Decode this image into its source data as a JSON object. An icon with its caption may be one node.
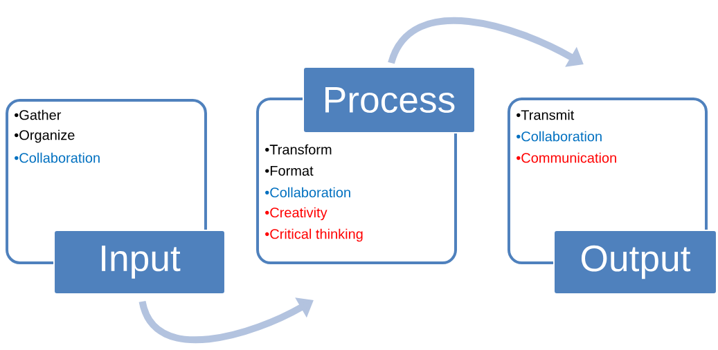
{
  "diagram": {
    "nodes": [
      {
        "text": [
          "•Gather",
          "•Organize",
          "•Collaboration"
        ]
      },
      {
        "text": [
          "Input"
        ]
      },
      {
        "text": [
          "Process"
        ]
      },
      {
        "text": [
          "•Transform",
          "•Format",
          "•Collaboration",
          "•Creativity",
          "•Critical thinking"
        ]
      },
      {
        "text": [
          "•Transmit",
          "•Collaboration",
          "•Communication"
        ]
      },
      {
        "text": [
          "Output"
        ]
      }
    ],
    "edges": [
      {
        "from": 1,
        "to": 3,
        "arrow": "to"
      },
      {
        "from": 2,
        "to": 4,
        "arrow": "to"
      }
    ]
  }
}
